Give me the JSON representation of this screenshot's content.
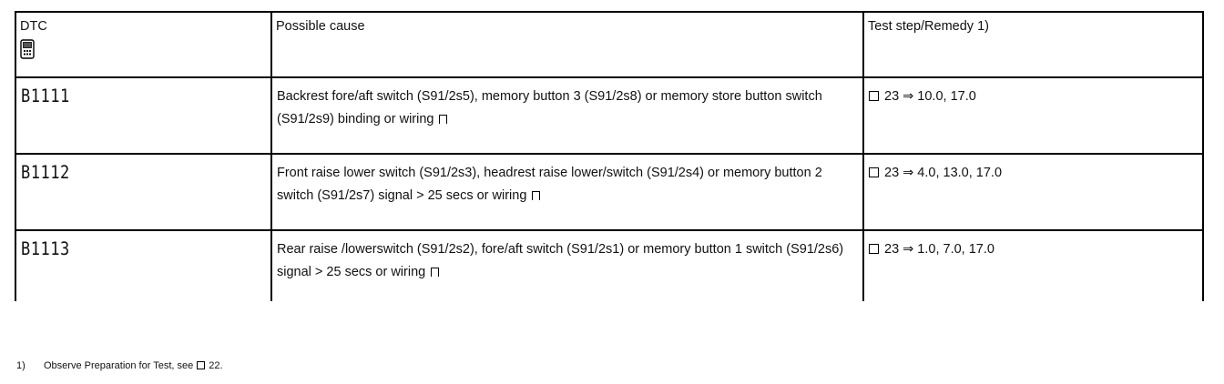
{
  "table": {
    "headers": {
      "dtc": "DTC",
      "cause": "Possible cause",
      "remedy": "Test step/Remedy 1)"
    },
    "icons": {
      "dtc_header": "diagnosis-tester-icon",
      "reference": "book-reference-icon",
      "wiring": "wiring-diagram-icon"
    },
    "rows": [
      {
        "code": "B1111",
        "cause": "Backrest fore/aft switch (S91/2s5), memory button 3 (S91/2s8) or memory store button switch (S91/2s9) binding or wiring",
        "ref": "23",
        "steps": "10.0, 17.0"
      },
      {
        "code": "B1112",
        "cause": "Front raise lower switch (S91/2s3), headrest raise lower/switch (S91/2s4) or memory button 2 switch (S91/2s7) signal > 25 secs or wiring",
        "ref": "23",
        "steps": "4.0, 13.0, 17.0"
      },
      {
        "code": "B1113",
        "cause": "Rear raise /lowerswitch (S91/2s2), fore/aft switch (S91/2s1) or memory button 1 switch (S91/2s6) signal > 25 secs or wiring",
        "ref": "23",
        "steps": "1.0, 7.0, 17.0"
      }
    ],
    "arrow": "⇒"
  },
  "footnote": {
    "mark": "1)",
    "text": "Observe Preparation for Test, see",
    "ref": "22."
  }
}
